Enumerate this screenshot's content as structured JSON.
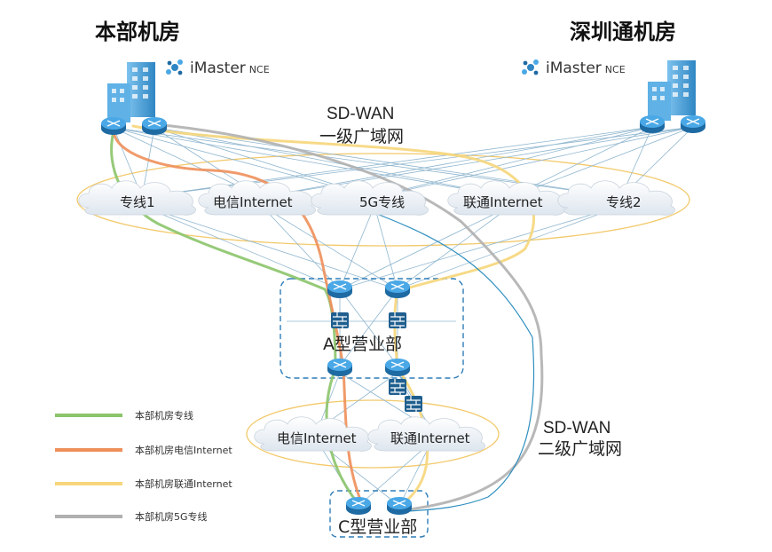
{
  "sites": {
    "hq": "本部机房",
    "shenzhen": "深圳通机房"
  },
  "brand": {
    "prefix": "iMaster",
    "suffix": "NCE"
  },
  "wan_level1": {
    "line1": "SD-WAN",
    "line2": "一级广域网"
  },
  "wan_level2": {
    "line1": "SD-WAN",
    "line2": "二级广域网"
  },
  "level1_clouds": [
    "专线1",
    "电信Internet",
    "5G专线",
    "联通Internet",
    "专线2"
  ],
  "level2_clouds": [
    "电信Internet",
    "联通Internet"
  ],
  "blocks": {
    "a_branch": "A型营业部",
    "c_branch": "C型营业部"
  },
  "legend": [
    {
      "label": "本部机房专线",
      "color": "#8bc46a"
    },
    {
      "label": "本部机房电信Internet",
      "color": "#ee8f5a"
    },
    {
      "label": "本部机房联通Internet",
      "color": "#f6d67a"
    },
    {
      "label": "本部机房5G专线",
      "color": "#b0b0b0"
    }
  ],
  "colors": {
    "router": "#2f86c3",
    "firewall": "#1f5f8f",
    "building": "#4aa3dc",
    "ellipse": "#f2c96b",
    "cloud_fill": "#eef2f6",
    "dashed_box": "#2f7db8",
    "link_5g_blue": "#2f8fbf"
  }
}
